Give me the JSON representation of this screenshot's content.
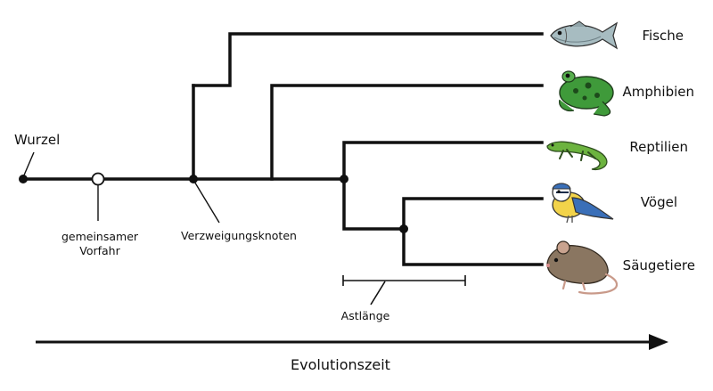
{
  "labels": {
    "root": "Wurzel",
    "ancestor_line1": "gemeinsamer",
    "ancestor_line2": "Vorfahr",
    "branch_node": "Verzweigungsknoten",
    "branch_length": "Astlänge",
    "time_axis": "Evolutionszeit"
  },
  "taxa": [
    {
      "name": "Fische",
      "icon": "fish-icon"
    },
    {
      "name": "Amphibien",
      "icon": "frog-icon"
    },
    {
      "name": "Reptilien",
      "icon": "lizard-icon"
    },
    {
      "name": "Vögel",
      "icon": "bird-icon"
    },
    {
      "name": "Säugetiere",
      "icon": "mouse-icon"
    }
  ],
  "colors": {
    "tree": "#111111",
    "fish": "#9fb3b8",
    "frog": "#3f9a3a",
    "lizard": "#6cb33f",
    "bird_blue": "#3a6fb8",
    "bird_yellow": "#f2d34a",
    "mouse": "#8a7661"
  }
}
